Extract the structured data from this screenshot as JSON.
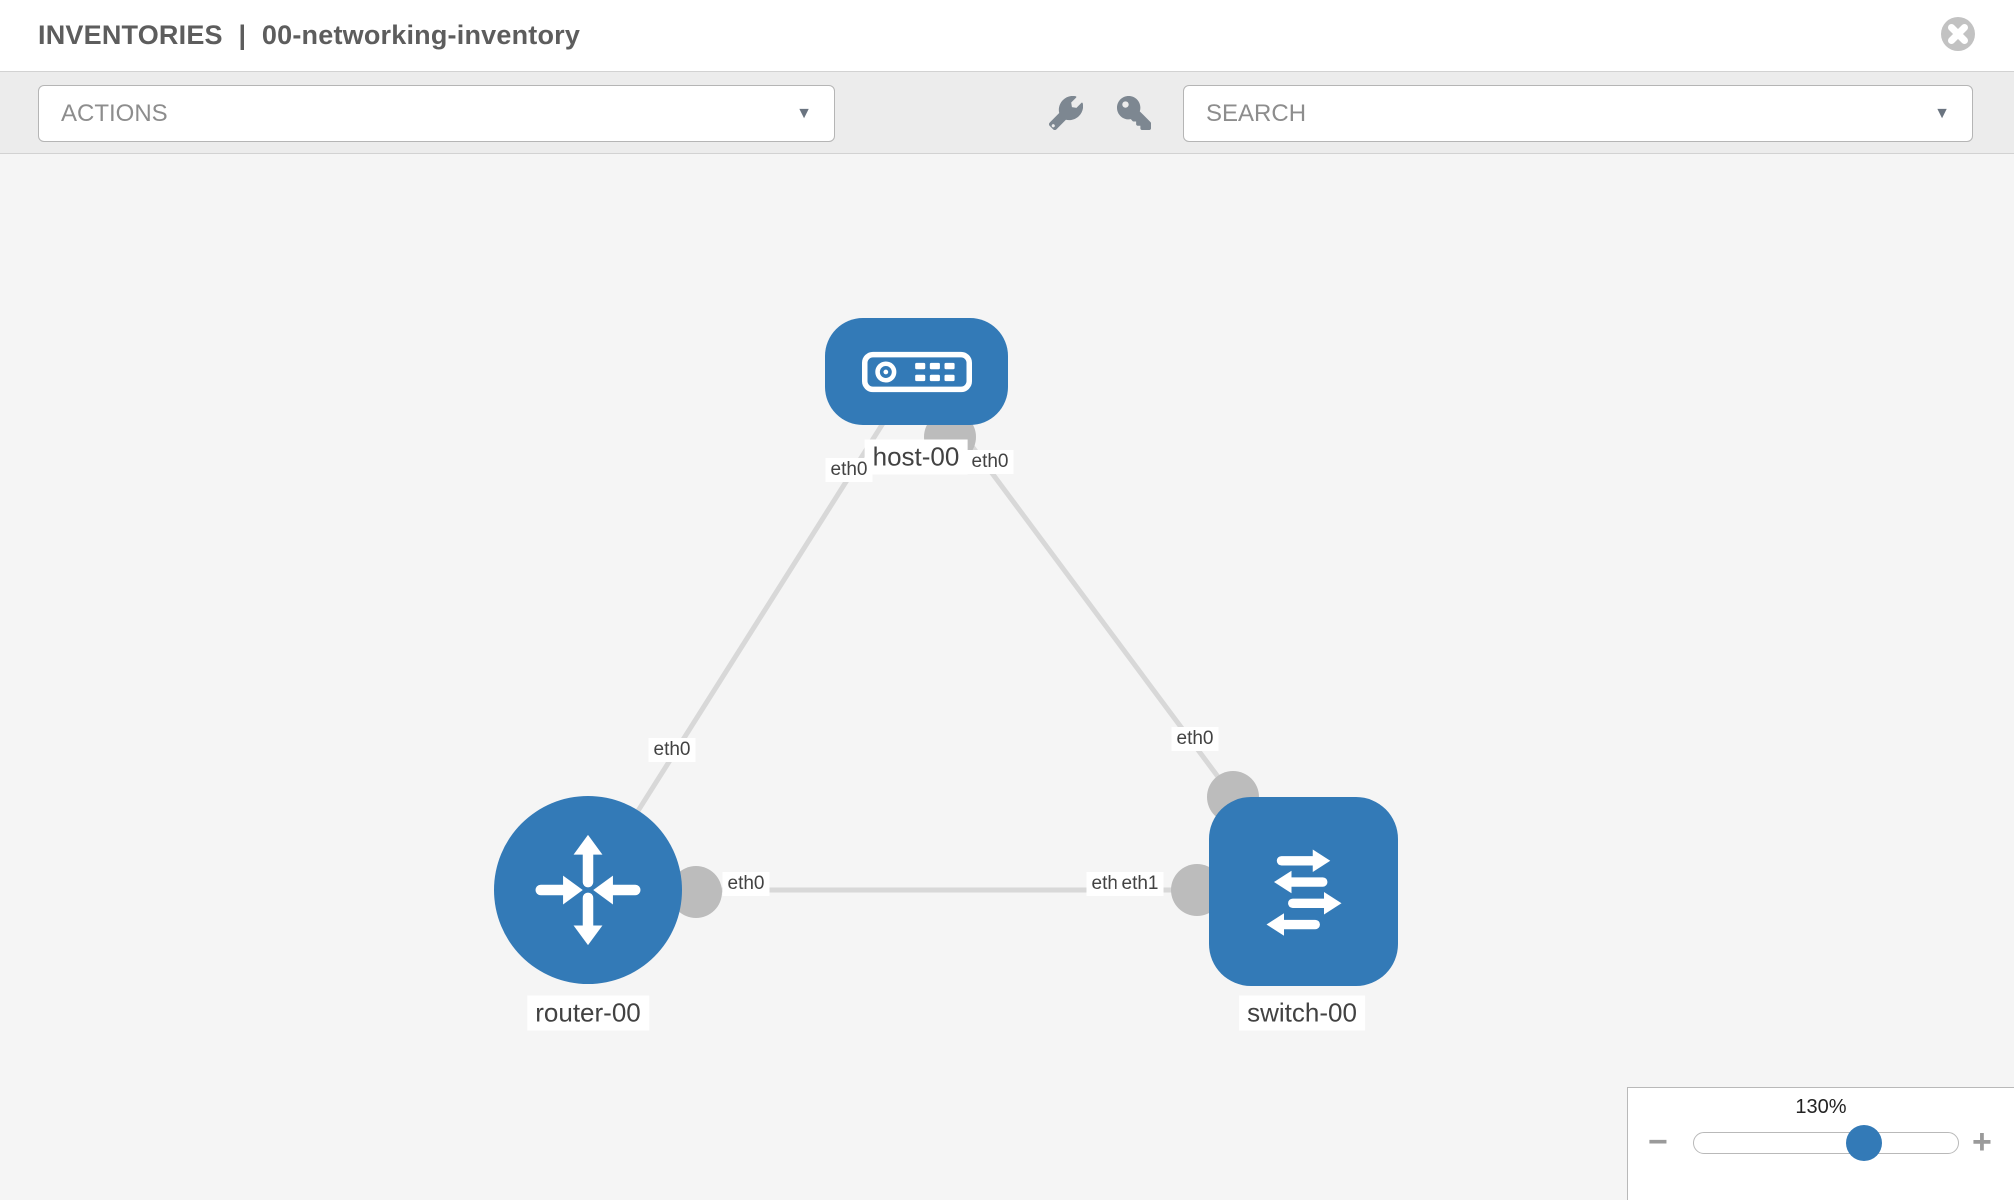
{
  "header": {
    "breadcrumb_parent": "INVENTORIES",
    "separator": "|",
    "inventory_name": "00-networking-inventory"
  },
  "toolbar": {
    "actions_label": "ACTIONS",
    "search_label": "SEARCH",
    "caret_glyph": "▼"
  },
  "topology": {
    "nodes": [
      {
        "id": "host-00",
        "type": "host",
        "label": "host-00"
      },
      {
        "id": "router-00",
        "type": "router",
        "label": "router-00"
      },
      {
        "id": "switch-00",
        "type": "switch",
        "label": "switch-00"
      }
    ],
    "links": [
      {
        "source": "host-00",
        "target": "router-00",
        "source_interface": "eth0",
        "target_interface": "eth0"
      },
      {
        "source": "host-00",
        "target": "switch-00",
        "source_interface": "eth0",
        "target_interface": "eth0"
      },
      {
        "source": "router-00",
        "target": "switch-00",
        "source_interface": "eth0",
        "target_interface": "eth1"
      }
    ],
    "interface_labels": {
      "host_left": "eth0",
      "host_right": "eth0",
      "router_edge_mid": "eth0",
      "switch_edge_mid": "eth0",
      "router_right": "eth0",
      "switch_left_back": "eth0",
      "switch_left_front": "eth1"
    }
  },
  "zoom_control": {
    "level_label": "130%",
    "level_percent": 130,
    "minus_glyph": "−",
    "plus_glyph": "+"
  },
  "colors": {
    "node_blue": "#337ab7",
    "edge_gray": "#d8d8d8",
    "connector_gray": "#bcbcbc",
    "canvas_bg": "#f5f5f5",
    "toolbar_bg": "#ececec",
    "close_icon_gray": "#c2c2c2",
    "tool_icon_gray": "#7d8791"
  }
}
